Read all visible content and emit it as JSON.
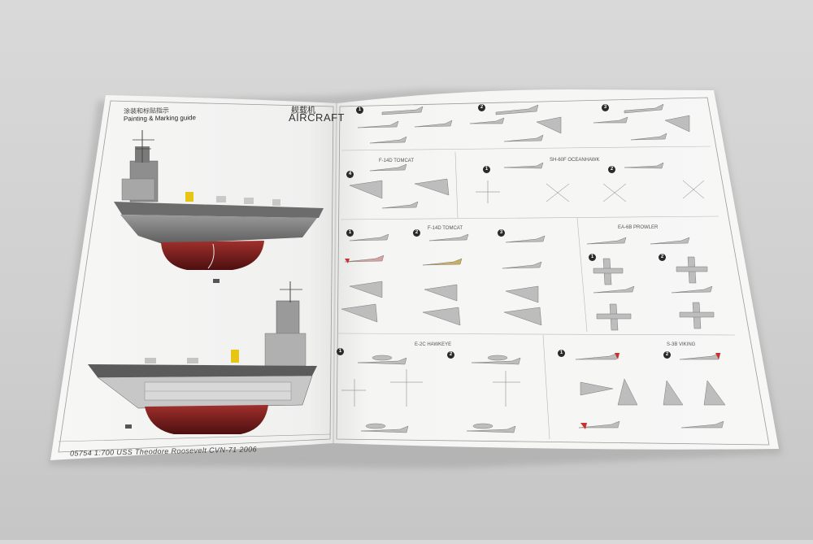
{
  "sheet": {
    "header_cn": "涂装和标贴指示",
    "header_en": "Painting & Marking guide",
    "section_cn": "舰载机",
    "section_en": "AIRCRAFT",
    "footer": "05754   1:700   USS   Theodore  Roosevelt   CVN-71   2006"
  },
  "panels": {
    "f14_tomcat_top": "F-14D TOMCAT",
    "sh60_seahawk": "SH-60F OCEANHAWK",
    "f14_tomcat_mid": "F-14D TOMCAT",
    "ea6b_prowler": "EA-6B PROWLER",
    "e2c_hawkeye": "E-2C HAWKEYE",
    "s3b_viking": "S-3B VIKING"
  },
  "steps": [
    "1",
    "2",
    "3",
    "4"
  ],
  "colors": {
    "paper": "#f4f4f2",
    "hull_red": "#7a1c1c",
    "hull_gray": "#8a8a8a",
    "yellow_mark": "#e8c414",
    "tail_red": "#c8312c"
  }
}
